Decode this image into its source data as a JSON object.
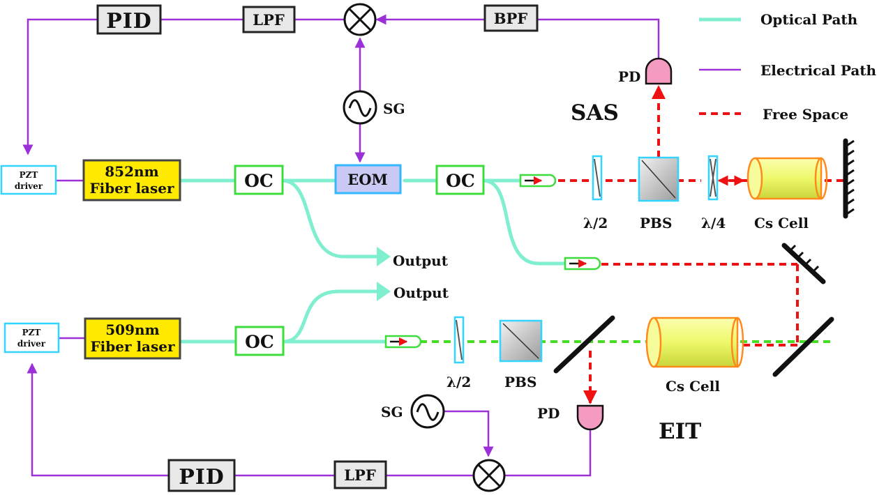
{
  "legend": {
    "optical_path": {
      "label": "Optical Path",
      "color": "#7fefd0"
    },
    "electrical_path": {
      "label": "Electrical Path",
      "color": "#9b30d9"
    },
    "free_space": {
      "label": "Free Space",
      "color": "#ee1111"
    }
  },
  "top_loop": {
    "pid": "PID",
    "lpf": "LPF",
    "bpf": "BPF",
    "sg": "SG",
    "pd": "PD",
    "pzt_driver": [
      "PZT",
      "driver"
    ],
    "laser": [
      "852nm",
      "Fiber laser"
    ],
    "oc1": "OC",
    "eom": "EOM",
    "oc2": "OC",
    "sas_label": "SAS",
    "half_wave": "λ/2",
    "pbs": "PBS",
    "quarter_wave": "λ/4",
    "cs_cell": "Cs Cell",
    "output": "Output"
  },
  "bottom_loop": {
    "pzt_driver": [
      "PZT",
      "driver"
    ],
    "laser": [
      "509nm",
      "Fiber laser"
    ],
    "oc": "OC",
    "output": "Output",
    "half_wave": "λ/2",
    "pbs": "PBS",
    "cs_cell": "Cs Cell",
    "pd": "PD",
    "eit_label": "EIT",
    "sg": "SG",
    "pid": "PID",
    "lpf": "LPF"
  },
  "colors": {
    "laser_fill": "#ffea00",
    "pd_fill": "#f59ac0",
    "cell_fill": "#eef86a",
    "cell_stroke": "#ff8a1c",
    "component_edge": "#33d4ff",
    "oc_edge": "#3ddc3d"
  }
}
